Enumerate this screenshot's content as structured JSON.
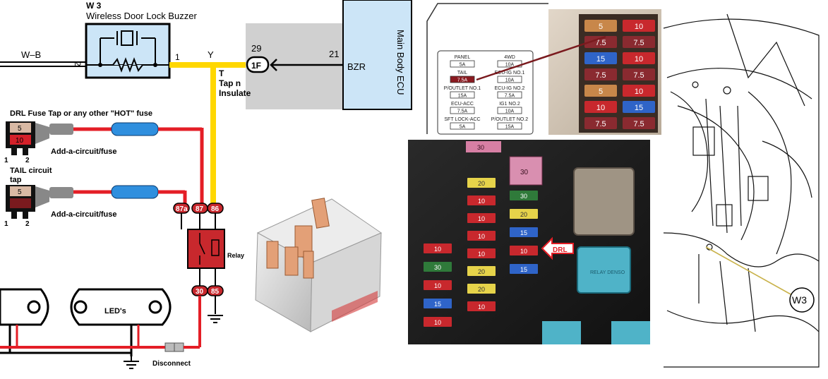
{
  "buzzer": {
    "code": "W 3",
    "name": "Wireless Door Lock Buzzer",
    "pin_left": "2",
    "pin_right": "1"
  },
  "wires": {
    "wb": "W–B",
    "y": "Y",
    "t_line1": "T",
    "t_line2": "Tap n",
    "t_line3": "Insulate"
  },
  "ecu": {
    "pin_29": "29",
    "pin_21": "21",
    "connector": "1F",
    "bzr": "BZR",
    "title": "Main Body ECU"
  },
  "drl": {
    "title": "DRL Fuse Tap  or any other \"HOT\" fuse",
    "fuse_top": "5",
    "fuse_bottom": "10",
    "pin_1": "1",
    "pin_2": "2",
    "add_circuit": "Add-a-circuit/fuse"
  },
  "tail": {
    "title_line1": "TAIL circuit",
    "title_line2": "tap",
    "fuse_top": "5",
    "fuse_bottom": "",
    "pin_1": "1",
    "pin_2": "2",
    "add_circuit": "Add-a-circuit/fuse"
  },
  "relay": {
    "label": "Relay",
    "pin_87a": "87a",
    "pin_87": "87",
    "pin_86": "86",
    "pin_30": "30",
    "pin_85": "85"
  },
  "leds": {
    "label": "LED's",
    "disconnect": "Disconnect"
  },
  "fuse_table": [
    {
      "name": "PANEL",
      "amps": "5A"
    },
    {
      "name": "4WD",
      "amps": "10A"
    },
    {
      "name": "TAIL",
      "amps": "7.5A"
    },
    {
      "name": "ECU-IG NO.1",
      "amps": "10A"
    },
    {
      "name": "P/OUTLET NO.1",
      "amps": "15A"
    },
    {
      "name": "ECU-IG NO.2",
      "amps": "7.5A"
    },
    {
      "name": "ECU-ACC",
      "amps": "7.5A"
    },
    {
      "name": "IG1 NO.2",
      "amps": "10A"
    },
    {
      "name": "SFT LOCK-ACC",
      "amps": "5A"
    },
    {
      "name": "P/OUTLET NO.2",
      "amps": "15A"
    }
  ],
  "photo_fuses_left": [
    "5",
    "7.5",
    "15",
    "7.5",
    "5",
    "10",
    "7.5"
  ],
  "photo_fuses_right": [
    "10",
    "7.5",
    "10",
    "7.5",
    "10",
    "15",
    "7.5"
  ],
  "fusebox": {
    "drl_label": "DRL",
    "top_fuse": "30",
    "big_fuse": "30",
    "col1": [
      "10",
      "30",
      "10",
      "15",
      "10"
    ],
    "col2": [
      "20",
      "10",
      "10",
      "10",
      "10",
      "20",
      "20",
      "10"
    ],
    "col3": [
      "30",
      "20",
      "15",
      "10",
      "15"
    ],
    "relay_text": "RELAY DENSO"
  },
  "engine": {
    "callout": "W3"
  },
  "colors": {
    "yellow": "#ffd700",
    "red": "#e41e26",
    "blue": "#2f8fde",
    "ecu_blue": "#cce5f7",
    "grey": "#d0d0d0",
    "pin": "#c8282d"
  }
}
